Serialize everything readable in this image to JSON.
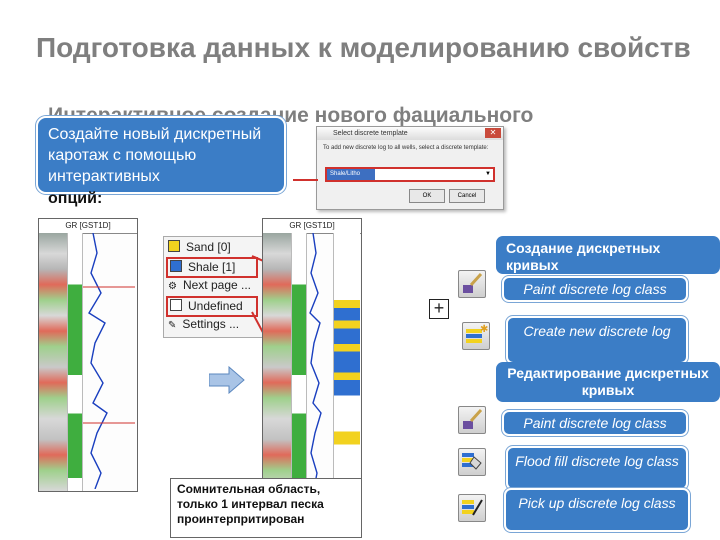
{
  "slide": {
    "title": "Подготовка данных к моделированию свойств",
    "subtitle": "Интерактивное создание нового фациального",
    "callout": "Создайте новый дискретный каротаж с помощью интерактивных",
    "callout_tail": "опций:"
  },
  "dialog": {
    "title": "Select discrete template",
    "body": "To add new discrete log to all wells, select a discrete template:",
    "selected": "Shale/Litho",
    "ok": "OK",
    "cancel": "Cancel"
  },
  "logs": {
    "left_header": "GR [GST1D]",
    "right_header": "GR [GST1D]"
  },
  "legend": {
    "items": [
      {
        "label": "Sand [0]",
        "color": "#f2d21f"
      },
      {
        "label": "Shale [1]",
        "color": "#2f6fd0"
      },
      {
        "label": "Next page ...",
        "color": ""
      },
      {
        "label": "Undefined",
        "color": ""
      },
      {
        "label": "Settings ...",
        "color": ""
      }
    ]
  },
  "uncertain_note": "Сомнительная область, только 1 интервал песка проинтерпритирован",
  "tools_panel": {
    "create_header": "Создание дискретных кривых",
    "paint_1": "Paint discrete log class",
    "create_new": "Create new discrete log",
    "edit_header": "Редактирование дискретных кривых",
    "paint_2": "Paint discrete log class",
    "flood_fill": "Flood fill discrete log class",
    "pick_up": "Pick up discrete log class",
    "plus_symbol": "+"
  },
  "colors": {
    "accent_blue": "#3b7dc6",
    "sand": "#f2d21f",
    "shale": "#2f6fd0",
    "highlight_red": "#d0312d"
  }
}
